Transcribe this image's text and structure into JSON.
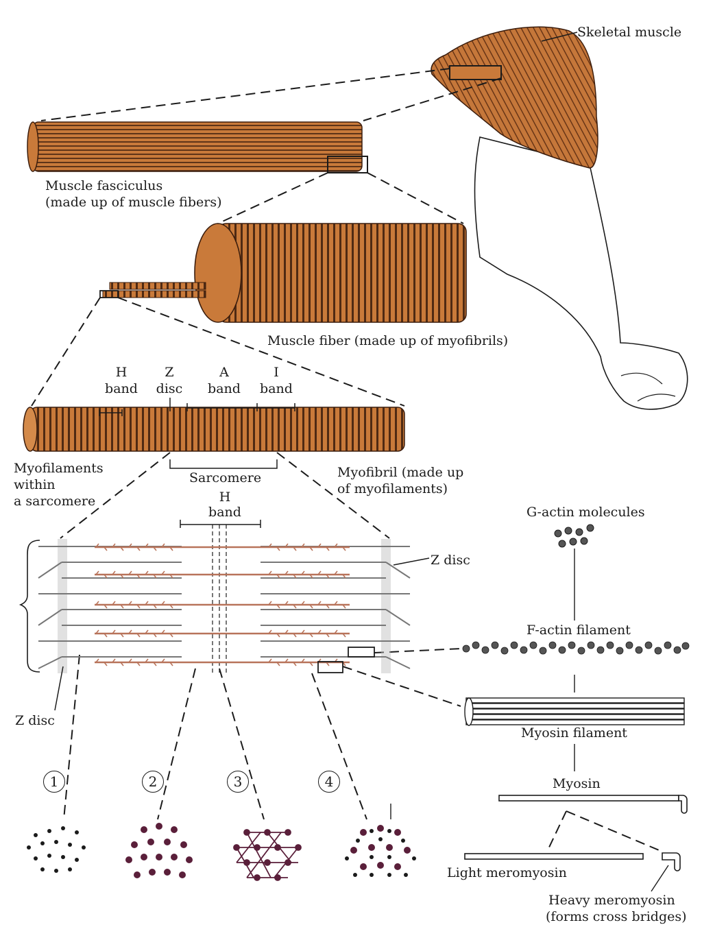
{
  "labels": {
    "skeletal_muscle": "Skeletal muscle",
    "fasciculus_line1": "Muscle fasciculus",
    "fasciculus_line2": "(made up of muscle fibers)",
    "muscle_fiber": "Muscle fiber (made up of myofibrils)",
    "h_band_top_1": "H",
    "h_band_top_2": "band",
    "z_disc_top_1": "Z",
    "z_disc_top_2": "disc",
    "a_band_1": "A",
    "a_band_2": "band",
    "i_band_1": "I",
    "i_band_2": "band",
    "myofilaments_1": "Myofilaments",
    "myofilaments_2": "within",
    "myofilaments_3": "a sarcomere",
    "sarcomere": "Sarcomere",
    "myofibril_1": "Myofibril (made up",
    "myofibril_2": "of myofilaments)",
    "h_band_mid_1": "H",
    "h_band_mid_2": "band",
    "z_disc_right": "Z disc",
    "z_disc_left": "Z disc",
    "g_actin": "G-actin molecules",
    "f_actin": "F-actin filament",
    "myosin_filament": "Myosin filament",
    "myosin": "Myosin",
    "light_meromyosin": "Light meromyosin",
    "heavy_meromyosin_1": "Heavy meromyosin",
    "heavy_meromyosin_2": "(forms cross bridges)"
  },
  "cross_sections": [
    "1",
    "2",
    "3",
    "4"
  ],
  "colors": {
    "muscle": "#c97a3a",
    "muscle_dark": "#3a1c0c",
    "thick_filament": "#b8735a",
    "thin_filament": "#777777",
    "dot_purple": "#5a1f3a",
    "ink": "#1b1b1b"
  }
}
